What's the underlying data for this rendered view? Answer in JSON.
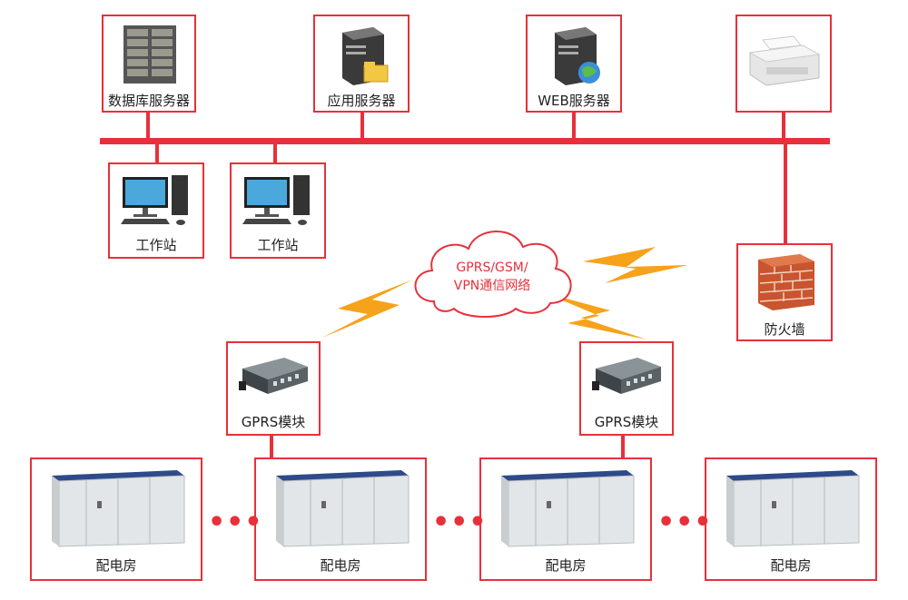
{
  "colors": {
    "line": "#e8303a",
    "bolt": "#f6a21a",
    "text": "#222222"
  },
  "servers": [
    {
      "label": "数据库服务器",
      "icon": "rack-server-icon"
    },
    {
      "label": "应用服务器",
      "icon": "app-server-icon"
    },
    {
      "label": "WEB服务器",
      "icon": "web-server-icon"
    },
    {
      "label": "",
      "icon": "printer-icon"
    }
  ],
  "workstations": [
    {
      "label": "工作站",
      "icon": "desktop-computer-icon"
    },
    {
      "label": "工作站",
      "icon": "desktop-computer-icon"
    }
  ],
  "firewall": {
    "label": "防火墙",
    "icon": "brick-wall-icon"
  },
  "cloud": {
    "line1": "GPRS/GSM/",
    "line2": "VPN通信网络"
  },
  "gprs_modules": [
    {
      "label": "GPRS模块",
      "icon": "gprs-modem-icon"
    },
    {
      "label": "GPRS模块",
      "icon": "gprs-modem-icon"
    }
  ],
  "substations": [
    {
      "label": "配电房",
      "icon": "substation-cabinet-icon"
    },
    {
      "label": "配电房",
      "icon": "substation-cabinet-icon"
    },
    {
      "label": "配电房",
      "icon": "substation-cabinet-icon"
    },
    {
      "label": "配电房",
      "icon": "substation-cabinet-icon"
    }
  ],
  "ellipsis": "•••"
}
